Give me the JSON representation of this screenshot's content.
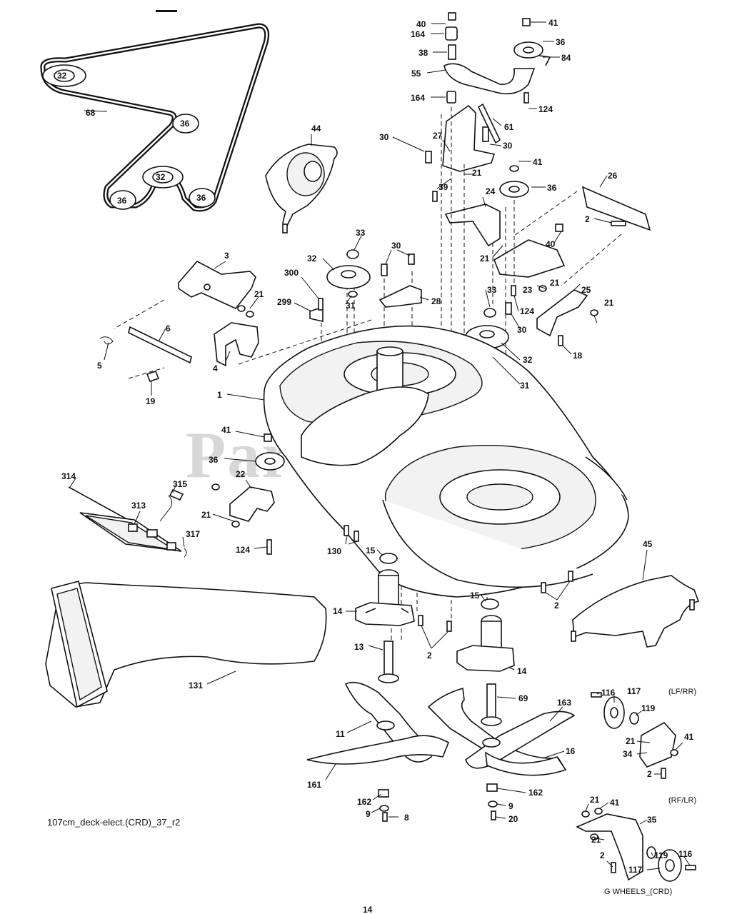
{
  "watermark": "PartsTree",
  "diagram_code": "107cm_deck-elect.(CRD)_37_r2",
  "page_number": "14",
  "wheel_labels": {
    "lf_rr": "(LF/RR)",
    "rf_lr": "(RF/LR)",
    "gauge_wheels": "G WHEELS_(CRD)"
  },
  "callouts": {
    "p40": "40",
    "p164a": "164",
    "p38": "38",
    "p55": "55",
    "p164b": "164",
    "p41a": "41",
    "p36a": "36",
    "p84": "84",
    "p124a": "124",
    "p61": "61",
    "p30a": "30",
    "p27": "27",
    "p30b": "30",
    "p21a": "21",
    "p39": "39",
    "p41b": "41",
    "p36b": "36",
    "p24": "24",
    "p26": "26",
    "p2a": "2",
    "p40b": "40",
    "p21b": "21",
    "p23": "23",
    "p21c": "21",
    "p25": "25",
    "p124b": "124",
    "p33b": "33",
    "p30c": "30",
    "p32b": "32",
    "p31b": "31",
    "p21d": "21",
    "p18": "18",
    "p68": "68",
    "p32belt1": "32",
    "p36belt1": "36",
    "p32belt2": "32",
    "p36belt2": "36",
    "p36belt3": "36",
    "p44": "44",
    "p33a": "33",
    "p30d": "30",
    "p32a": "32",
    "p31a": "31",
    "p28": "28",
    "p300": "300",
    "p299": "299",
    "p3": "3",
    "p21e": "21",
    "p6": "6",
    "p5": "5",
    "p4": "4",
    "p19": "19",
    "p1": "1",
    "p41c": "41",
    "p36c": "36",
    "p22": "22",
    "p21f": "21",
    "p124c": "124",
    "p314": "314",
    "p315": "315",
    "p313": "313",
    "p317": "317",
    "p130": "130",
    "p15a": "15",
    "p14a": "14",
    "p15b": "15",
    "p14b": "14",
    "p2b": "2",
    "p2c": "2",
    "p45": "45",
    "p131": "131",
    "p13": "13",
    "p69": "69",
    "p163": "163",
    "p11": "11",
    "p16": "16",
    "p161": "161",
    "p162a": "162",
    "p162b": "162",
    "p9a": "9",
    "p8": "8",
    "p9b": "9",
    "p20": "20",
    "p116a": "116",
    "p117a": "117",
    "p119a": "119",
    "p21g": "21",
    "p41d": "41",
    "p34": "34",
    "p2d": "2",
    "p21h": "21",
    "p41e": "41",
    "p35": "35",
    "p21i": "21",
    "p119b": "119",
    "p2e": "2",
    "p117b": "117",
    "p116b": "116"
  }
}
